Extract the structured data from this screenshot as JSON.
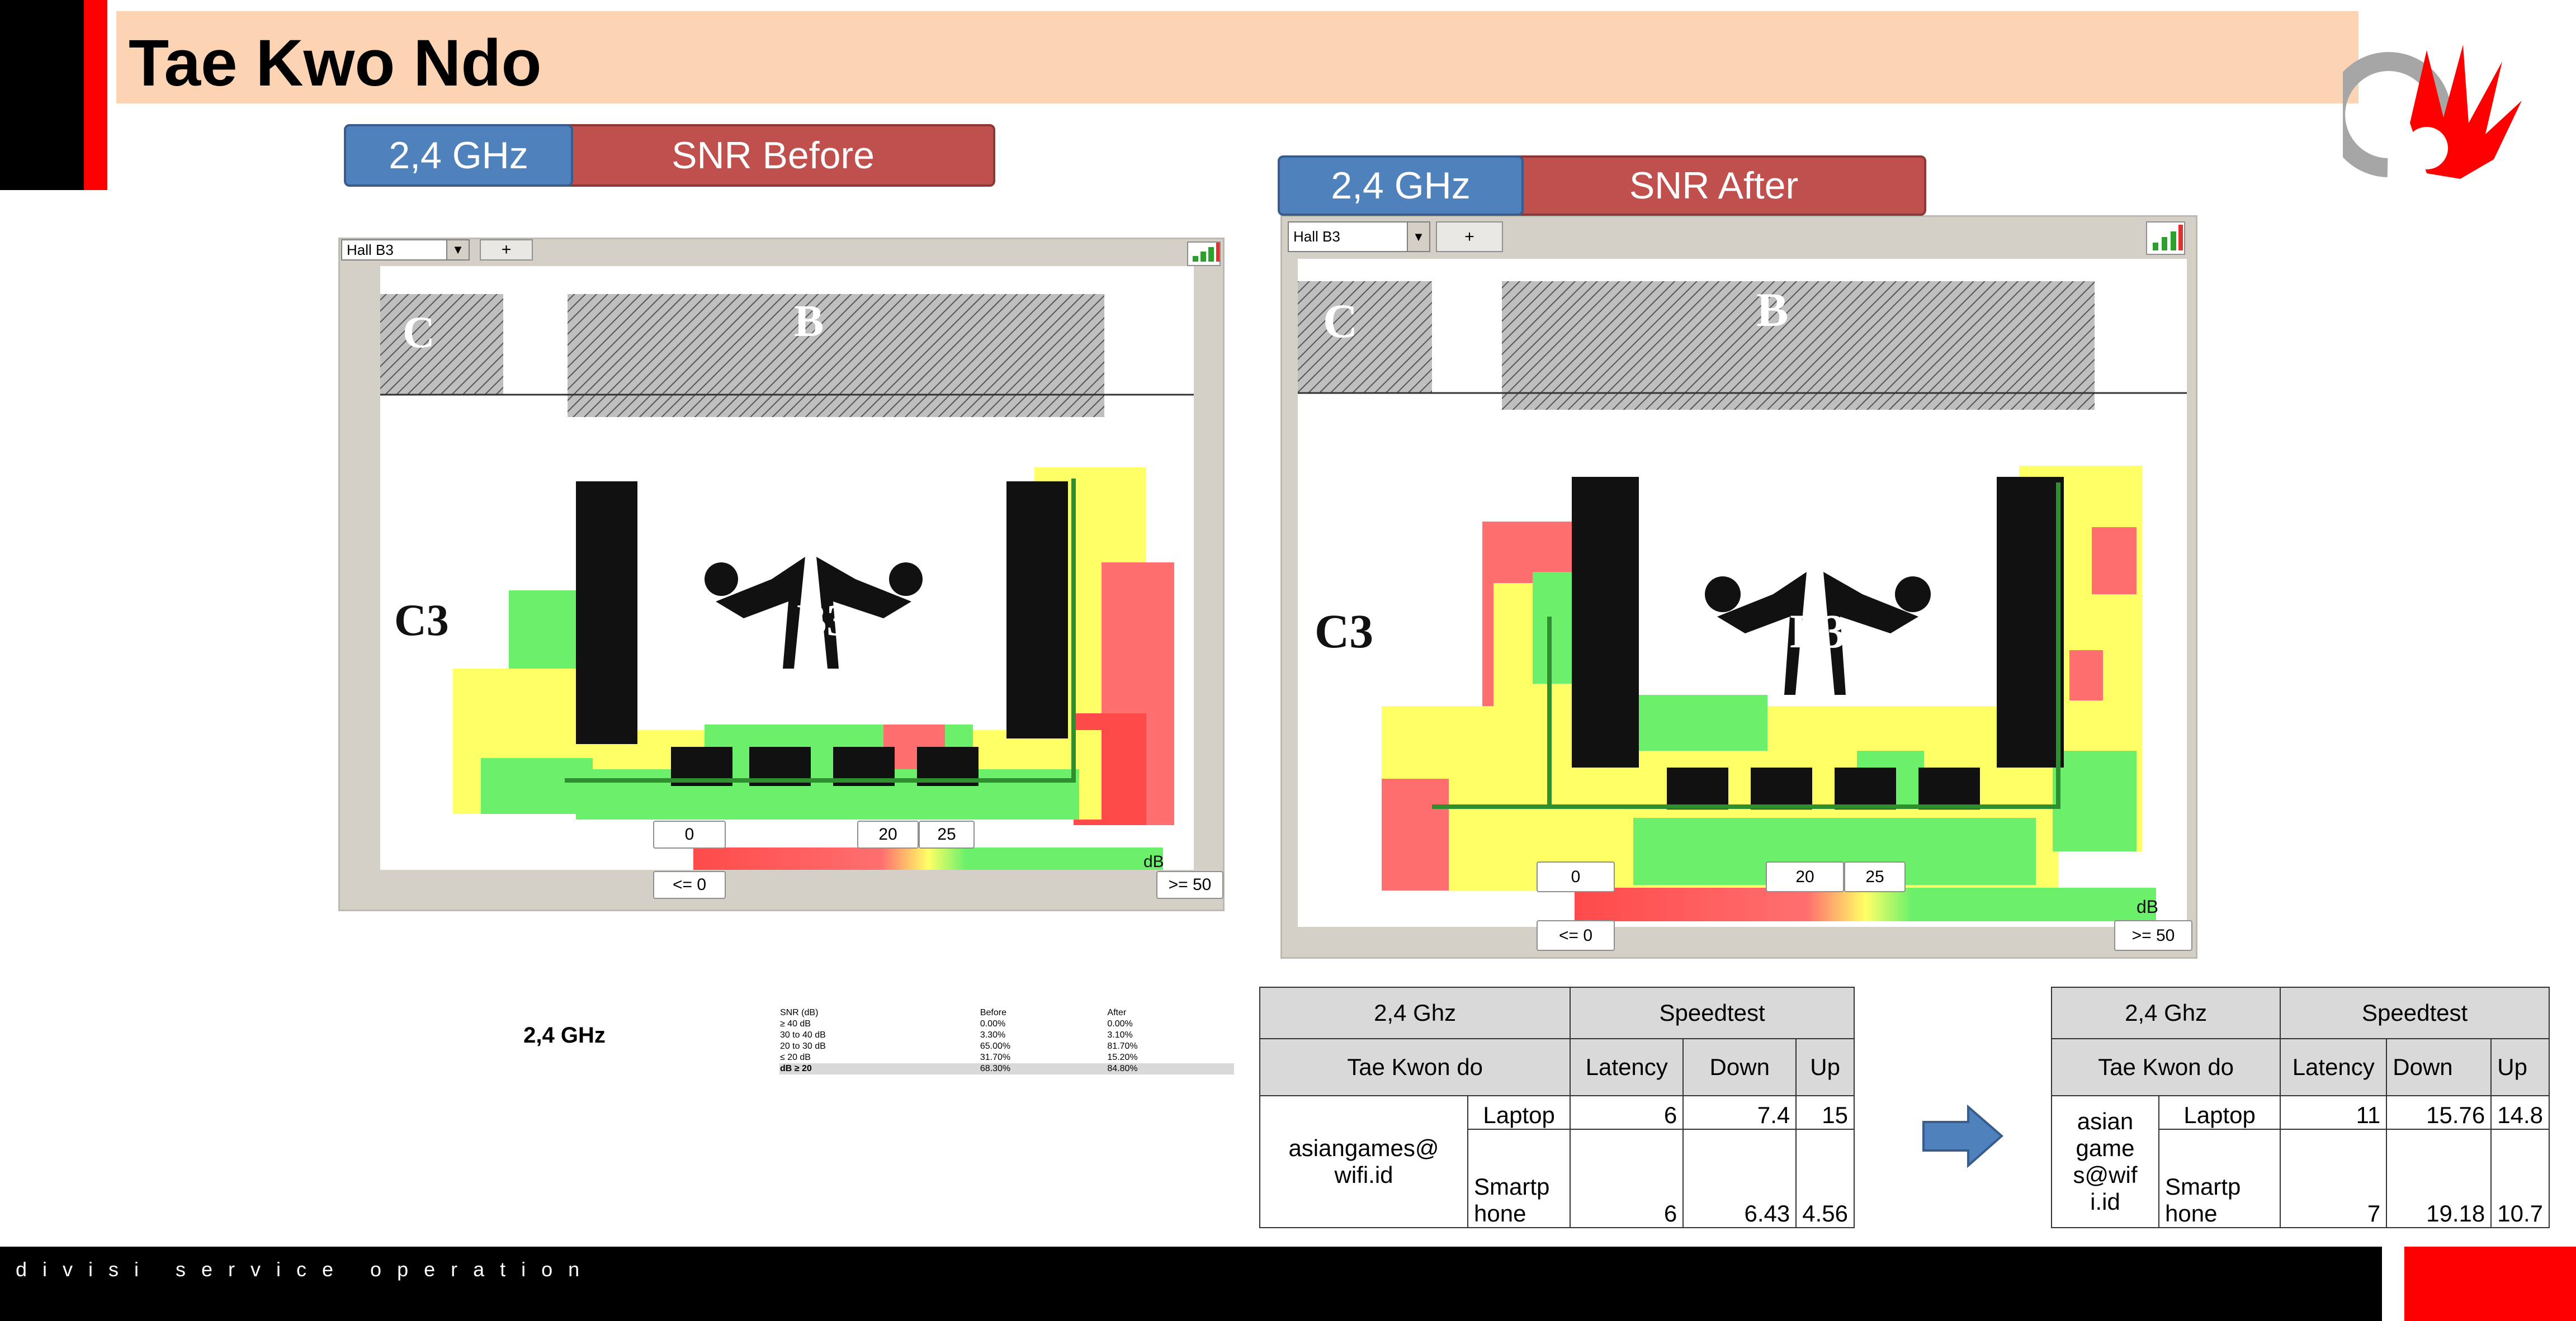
{
  "slide": {
    "title": "Tae Kwo Ndo",
    "footer": "divisi service operation"
  },
  "before": {
    "band": "2,4 GHz",
    "label": "SNR Before",
    "hall": "Hall B3",
    "plus": "+",
    "areas": {
      "c": "C",
      "b": "B",
      "c3": "C3",
      "b3": "B3"
    },
    "scale": {
      "left": "<= 0",
      "right": ">= 50",
      "mark0": "0",
      "mark20": "20",
      "mark25": "25",
      "unit": "dB"
    }
  },
  "after": {
    "band": "2,4 GHz",
    "label": "SNR After",
    "hall": "Hall B3",
    "plus": "+",
    "areas": {
      "c": "C",
      "b": "B",
      "c3": "C3",
      "b3": "B3"
    },
    "scale": {
      "left": "<= 0",
      "right": ">= 50",
      "mark0": "0",
      "mark20": "20",
      "mark25": "25",
      "unit": "dB"
    }
  },
  "snr_table": {
    "band": "2,4 GHz",
    "headers": [
      "SNR (dB)",
      "Before",
      "After"
    ],
    "rows": [
      [
        "≥ 40 dB",
        "0.00%",
        "0.00%"
      ],
      [
        "30 to 40 dB",
        "3.30%",
        "3.10%"
      ],
      [
        "20 to 30 dB",
        "65.00%",
        "81.70%"
      ],
      [
        "≤ 20 dB",
        "31.70%",
        "15.20%"
      ],
      [
        "dB ≥ 20",
        "68.30%",
        "84.80%"
      ]
    ]
  },
  "speed_before": {
    "band": "2,4 Ghz",
    "speedtest": "Speedtest",
    "venue": "Tae Kwon do",
    "cols": [
      "Latency",
      "Down",
      "Up"
    ],
    "ssid": "asiangames@ wifi.id",
    "rows": [
      {
        "device": "Laptop",
        "latency": "6",
        "down": "7.4",
        "up": "15"
      },
      {
        "device": "Smartp hone",
        "latency": "6",
        "down": "6.43",
        "up": "4.56"
      }
    ]
  },
  "speed_after": {
    "band": "2,4 Ghz",
    "speedtest": "Speedtest",
    "venue": "Tae Kwon do",
    "cols": [
      "Latency",
      "Down",
      "Up"
    ],
    "ssid": "asian game s@wif i.id",
    "rows": [
      {
        "device": "Laptop",
        "latency": "11",
        "down": "15.76",
        "up": "14.8"
      },
      {
        "device": "Smartp hone",
        "latency": "7",
        "down": "19.18",
        "up": "10.7"
      }
    ]
  },
  "colors": {
    "blue_pill": "#4f81bd",
    "red_pill": "#c0504d",
    "title_bar": "#fcd4b4",
    "arrow": "#4f81bd",
    "accent_red": "#ff0000"
  }
}
